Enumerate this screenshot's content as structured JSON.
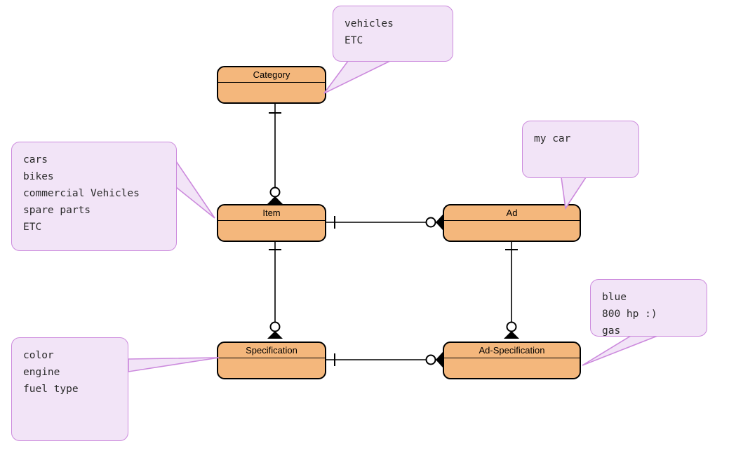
{
  "diagram": {
    "type": "er-diagram",
    "background_color": "#ffffff",
    "entity_fill": "#F4B77C",
    "entity_stroke": "#000000",
    "note_fill": "#F2E4F7",
    "note_stroke": "#CC8ADD",
    "relation_stroke": "#000000"
  },
  "entities": [
    {
      "id": "category",
      "name": "Category"
    },
    {
      "id": "item",
      "name": "Item"
    },
    {
      "id": "ad",
      "name": "Ad"
    },
    {
      "id": "specification",
      "name": "Specification"
    },
    {
      "id": "adspecification",
      "name": "Ad-Specification"
    }
  ],
  "notes": [
    {
      "id": "note-category",
      "text": "vehicles\nETC",
      "attached_to": "Category"
    },
    {
      "id": "note-item",
      "text": "cars\nbikes\ncommercial Vehicles\nspare parts\nETC",
      "attached_to": "Item"
    },
    {
      "id": "note-ad",
      "text": "my car",
      "attached_to": "Ad"
    },
    {
      "id": "note-spec",
      "text": "color\nengine\nfuel type",
      "attached_to": "Specification"
    },
    {
      "id": "note-adspec",
      "text": "blue\n800 hp :)\ngas",
      "attached_to": "Ad-Specification"
    }
  ],
  "relationships": [
    {
      "id": "rel-category-item",
      "from": "Category",
      "to": "Item",
      "from_cardinality": "one",
      "to_cardinality": "zero-or-many",
      "orientation": "vertical"
    },
    {
      "id": "rel-item-ad",
      "from": "Item",
      "to": "Ad",
      "from_cardinality": "one",
      "to_cardinality": "zero-or-many",
      "orientation": "horizontal"
    },
    {
      "id": "rel-item-spec",
      "from": "Item",
      "to": "Specification",
      "from_cardinality": "one",
      "to_cardinality": "zero-or-many",
      "orientation": "vertical"
    },
    {
      "id": "rel-ad-adspec",
      "from": "Ad",
      "to": "Ad-Specification",
      "from_cardinality": "one",
      "to_cardinality": "zero-or-many",
      "orientation": "vertical"
    },
    {
      "id": "rel-spec-adspec",
      "from": "Specification",
      "to": "Ad-Specification",
      "from_cardinality": "one",
      "to_cardinality": "zero-or-many",
      "orientation": "horizontal"
    }
  ]
}
